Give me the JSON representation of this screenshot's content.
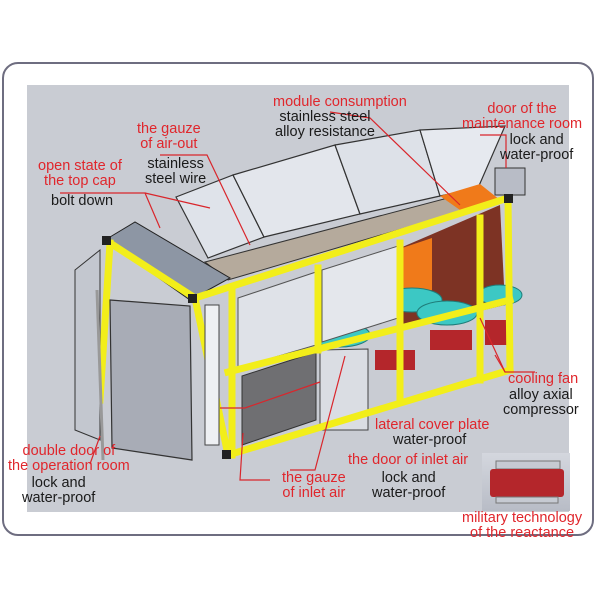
{
  "diagram": {
    "subject": "containerized load bank (resistor module) with labeled components",
    "colors": {
      "label_title": "#e0262c",
      "label_desc": "#1a1a1a",
      "frame_yellow": "#f2ee1a",
      "background_panel": "#c9ccd3",
      "border": "#6e6d80",
      "fan_cyan": "#3cc8c4",
      "reactance_red": "#b4262b",
      "resistor_copper": "#8a3a28",
      "orange_mesh": "#f07a1a"
    }
  },
  "labels": {
    "gauze_air_out": {
      "title_1": "the gauze",
      "title_2": "of air-out",
      "desc_1": "stainless",
      "desc_2": "steel wire"
    },
    "top_cap": {
      "title_1": "open state of",
      "title_2": "the top cap",
      "desc_1": "bolt down"
    },
    "module": {
      "title_1": "module consumption",
      "desc_1": "stainless steel",
      "desc_2": "alloy resistance"
    },
    "maintenance_door": {
      "title_1": "door of the",
      "title_2": "maintenance room",
      "desc_1": "lock and",
      "desc_2": "water-proof"
    },
    "cooling_fan": {
      "title_1": "cooling fan",
      "desc_1": "alloy axial",
      "desc_2": "compressor"
    },
    "lateral_cover": {
      "title_1": "lateral cover plate",
      "desc_1": "water-proof"
    },
    "operation_door": {
      "title_1": "double door of",
      "title_2": "the operation room",
      "desc_1": "lock and",
      "desc_2": "water-proof"
    },
    "gauze_inlet": {
      "title_1": "the gauze",
      "title_2": "of inlet air"
    },
    "inlet_door": {
      "title_1": "the door of inlet air",
      "desc_1": "lock and",
      "desc_2": "water-proof"
    },
    "reactance": {
      "title_1": "military technology",
      "title_2": "of the reactance"
    }
  }
}
